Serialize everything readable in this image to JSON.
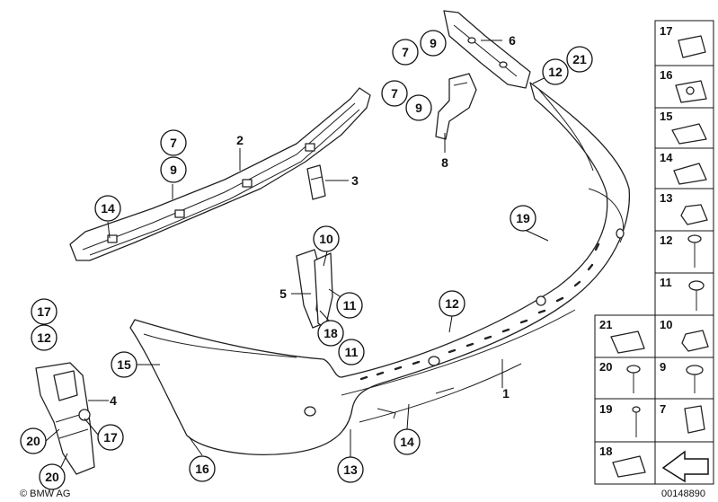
{
  "callouts": {
    "c7a": "7",
    "c9a": "9",
    "c6": "6",
    "c12a": "12",
    "c21a": "21",
    "c7b": "7",
    "c9b": "9",
    "c8": "8",
    "c7c": "7",
    "c2": "2",
    "c9c": "9",
    "c3": "3",
    "c14a": "14",
    "c19": "19",
    "c10a": "10",
    "c5": "5",
    "c11a": "11",
    "c18": "18",
    "c11b": "11",
    "c12b": "12",
    "c17a": "17",
    "c12c": "12",
    "c15": "15",
    "c4": "4",
    "c17b": "17",
    "c20a": "20",
    "c20b": "20",
    "c16": "16",
    "c13": "13",
    "c14b": "14",
    "c1": "1"
  },
  "legend": {
    "l17": "17",
    "l16": "16",
    "l15": "15",
    "l14": "14",
    "l13": "13",
    "l12": "12",
    "l11": "11",
    "l21": "21",
    "l10": "10",
    "l20": "20",
    "l9": "9",
    "l19": "19",
    "l7": "7",
    "l18": "18"
  },
  "footer": {
    "copyright": "© BMW AG",
    "diagram_id": "00148890"
  }
}
